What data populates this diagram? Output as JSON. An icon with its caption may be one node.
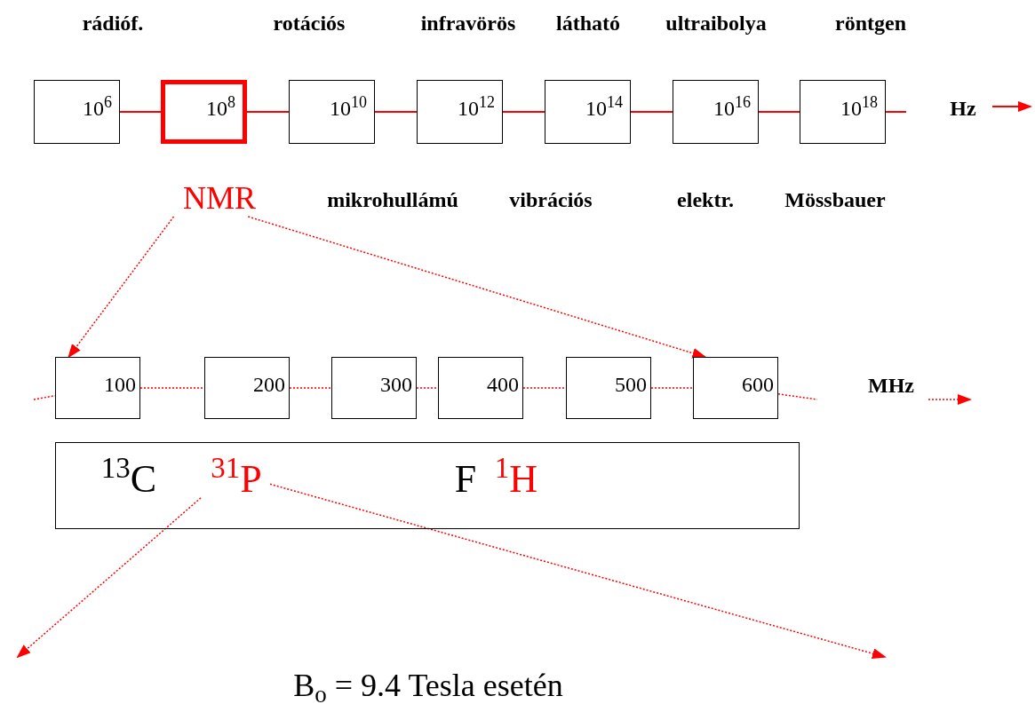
{
  "diagram": {
    "nodes": [
      {
        "text": [
          "10$^{6}$"
        ]
      },
      {
        "text": [
          "10$^{8}$"
        ]
      },
      {
        "text": [
          "10$^{10}$"
        ]
      },
      {
        "text": [
          "10$^{12}$"
        ]
      },
      {
        "text": [
          "10$^{14}$"
        ]
      },
      {
        "text": [
          "10$^{16}$"
        ]
      },
      {
        "text": [
          "10$^{18}$"
        ]
      },
      {
        "text": [
          "NMR"
        ]
      },
      {
        "text": [
          "100"
        ]
      },
      {
        "text": [
          "200"
        ]
      },
      {
        "text": [
          "300"
        ]
      },
      {
        "text": [
          "400"
        ]
      },
      {
        "text": [
          "500"
        ]
      },
      {
        "text": [
          "600"
        ]
      },
      {
        "text": [],
        "shape": "box"
      },
      {
        "text": [
          "$^{13}$C"
        ],
        "in": 14
      },
      {
        "text": [
          "$^{31}$P"
        ],
        "in": 14
      },
      {
        "text": [
          "F"
        ],
        "in": 14
      },
      {
        "text": [
          "$^{1}$H"
        ],
        "in": 14
      }
    ],
    "edges": [
      {
        "from": 0,
        "to": 1,
        "arrow": "none",
        "color": "#ff0000"
      },
      {
        "from": 1,
        "to": 2,
        "arrow": "none",
        "color": "#ff0000"
      },
      {
        "from": 2,
        "to": 3,
        "arrow": "none",
        "color": "#ff0000"
      },
      {
        "from": 3,
        "to": 4,
        "arrow": "none",
        "color": "#ff0000"
      },
      {
        "from": 4,
        "to": 5,
        "arrow": "none",
        "color": "#ff0000"
      },
      {
        "from": 5,
        "to": 6,
        "arrow": "none",
        "color": "#ff0000"
      },
      {
        "from": 6,
        "to": null,
        "arrow": "none",
        "color": "#ff0000"
      },
      {
        "from": 7,
        "to": 8,
        "arrow": "to",
        "style": "dashed",
        "color": "#ff0000"
      },
      {
        "from": 7,
        "to": 13,
        "arrow": "to",
        "style": "dashed",
        "color": "#ff0000"
      },
      {
        "from": null,
        "to": 8,
        "arrow": "none",
        "style": "dashed",
        "color": "#ff0000"
      },
      {
        "from": 8,
        "to": 9,
        "arrow": "none",
        "style": "dashed",
        "color": "#ff0000"
      },
      {
        "from": 9,
        "to": 10,
        "arrow": "none",
        "style": "dashed",
        "color": "#ff0000"
      },
      {
        "from": 10,
        "to": 11,
        "arrow": "none",
        "style": "dashed",
        "color": "#ff0000"
      },
      {
        "from": 11,
        "to": 12,
        "arrow": "none",
        "style": "dashed",
        "color": "#ff0000"
      },
      {
        "from": 12,
        "to": 13,
        "arrow": "none",
        "style": "dashed",
        "color": "#ff0000"
      },
      {
        "from": 13,
        "to": null,
        "arrow": "none",
        "style": "dashed",
        "color": "#ff0000"
      },
      {
        "from": 16,
        "to": null,
        "arrow": "to",
        "style": "dashed",
        "color": "#ff0000"
      },
      {
        "from": 16,
        "to": null,
        "arrow": "to",
        "style": "dashed",
        "color": "#ff0000"
      }
    ],
    "labels": [
      "rádióf.",
      "rotációs",
      "infravörös",
      "látható",
      "ultraibolya",
      "röntgen",
      "mikrohullámú",
      "vibrációs",
      "elektr.",
      "Mössbauer",
      "Hz",
      "MHz",
      "B$_{o}$ = 9.4 Tesla esetén"
    ]
  }
}
